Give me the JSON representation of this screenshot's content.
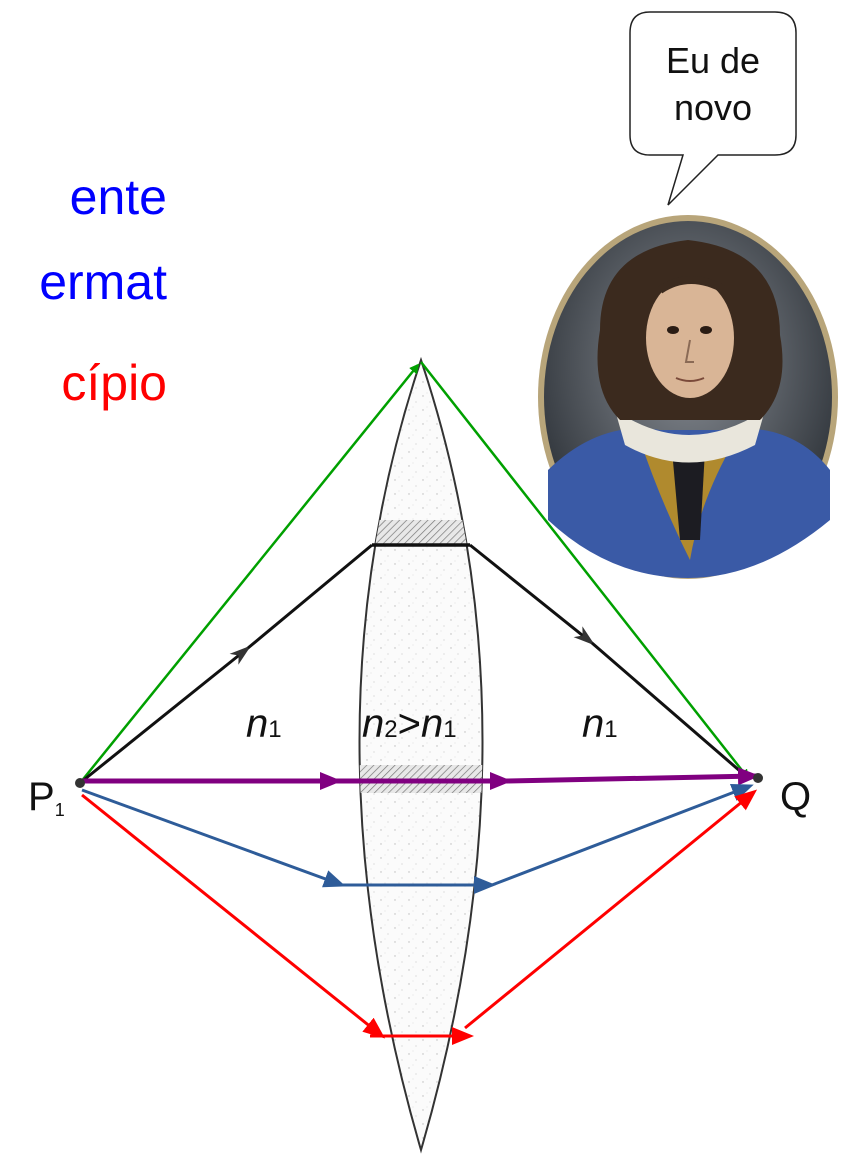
{
  "slide": {
    "title_line1": "ente",
    "title_line2": "ermat",
    "title_line3": "cípio"
  },
  "speech_bubble": {
    "line1": "Eu de",
    "line2": "novo"
  },
  "portrait": {
    "icon": "portrait-man-17th-century"
  },
  "diagram": {
    "point_left": "P",
    "point_left_sub": "1",
    "point_right": "Q",
    "n1_left": "n",
    "n1_left_sub": "1",
    "n2": "n",
    "n2_sub": "2",
    "gt": ">",
    "n2_rhs": "n",
    "n2_rhs_sub": "1",
    "n1_right": "n",
    "n1_right_sub": "1"
  },
  "colors": {
    "title_blue": "#0000ff",
    "title_red": "#ff0000",
    "ray_green": "#00a000",
    "ray_black": "#111111",
    "ray_purple": "#800080",
    "ray_blue": "#2e5c99",
    "ray_red": "#ff0000"
  }
}
